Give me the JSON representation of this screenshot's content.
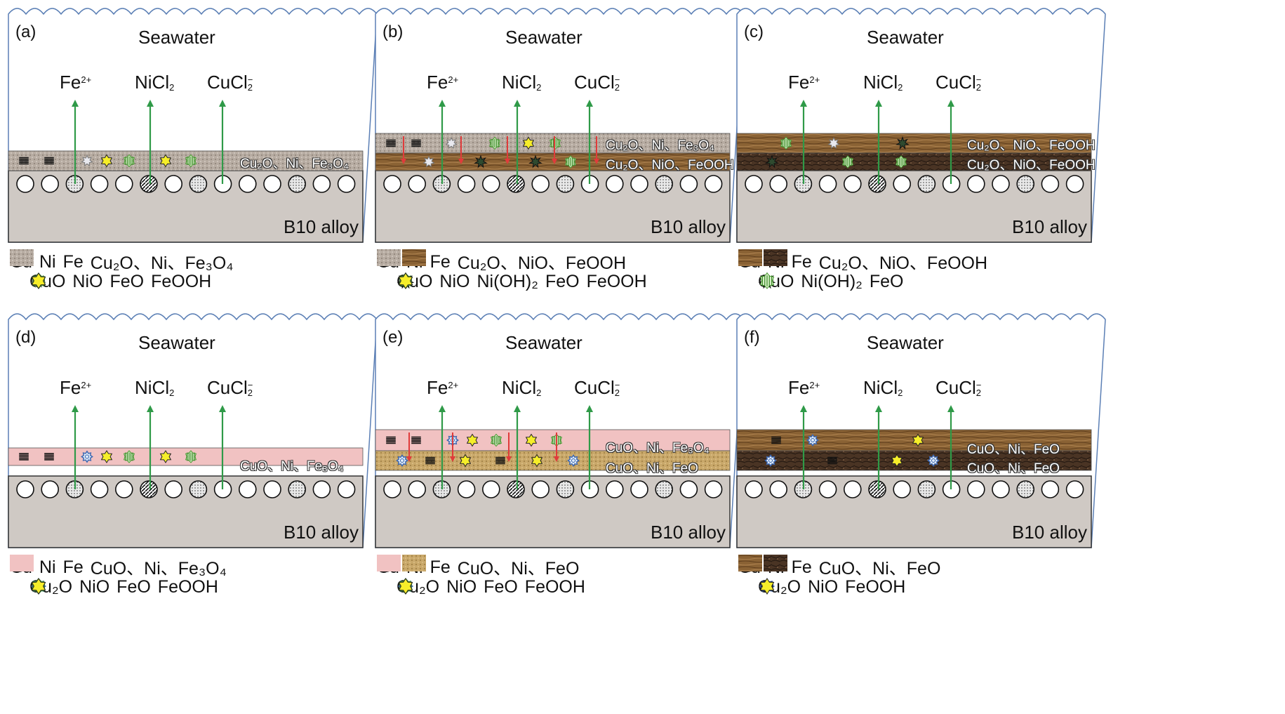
{
  "panels": [
    {
      "id": "a",
      "label": "(a)",
      "top": "Seawater",
      "ions": [
        "Fe",
        "NiCl",
        "CuCl"
      ],
      "ion_sup": [
        "2+",
        "",
        "−"
      ],
      "ion_sub": [
        "",
        "2",
        "2"
      ],
      "layers": [
        "Cu₂O、Ni、Fe₃O₄"
      ],
      "alloy": "B10 alloy",
      "legend1": [
        "Cu",
        "Ni",
        "Fe",
        "Cu₂O、Ni、Fe₃O₄"
      ],
      "legend2": [
        "CuO",
        "NiO",
        "FeO",
        "FeOOH"
      ]
    },
    {
      "id": "b",
      "label": "(b)",
      "top": "Seawater",
      "ions": [
        "Fe",
        "NiCl",
        "CuCl"
      ],
      "ion_sup": [
        "2+",
        "",
        "−"
      ],
      "ion_sub": [
        "",
        "2",
        "2"
      ],
      "layers": [
        "Cu₂O、Ni、Fe₃O₄",
        "Cu₂O、NiO、FeOOH"
      ],
      "alloy": "B10 alloy",
      "legend1": [
        "Cu",
        "Ni",
        "Fe",
        "Cu₂O、NiO、FeOOH"
      ],
      "legend2": [
        "CuO",
        "NiO",
        "Ni(OH)₂",
        "FeO",
        "FeOOH"
      ]
    },
    {
      "id": "c",
      "label": "(c)",
      "top": "Seawater",
      "ions": [
        "Fe",
        "NiCl",
        "CuCl"
      ],
      "ion_sup": [
        "2+",
        "",
        "−"
      ],
      "ion_sub": [
        "",
        "2",
        "2"
      ],
      "layers": [
        "Cu₂O、NiO、FeOOH",
        "Cu₂O、NiO、FeOOH"
      ],
      "alloy": "B10 alloy",
      "legend1": [
        "Cu",
        "Ni",
        "Fe",
        "Cu₂O、NiO、FeOOH"
      ],
      "legend2": [
        "CuO",
        "Ni(OH)₂",
        "FeO"
      ]
    },
    {
      "id": "d",
      "label": "(d)",
      "top": "Seawater",
      "ions": [
        "Fe",
        "NiCl",
        "CuCl"
      ],
      "ion_sup": [
        "2+",
        "",
        "−"
      ],
      "ion_sub": [
        "",
        "2",
        "2"
      ],
      "layers": [
        "CuO、Ni、Fe₃O₄"
      ],
      "alloy": "B10 alloy",
      "legend1": [
        "Cu",
        "Ni",
        "Fe",
        "CuO、Ni、Fe₃O₄"
      ],
      "legend2": [
        "Cu₂O",
        "NiO",
        "FeO",
        "FeOOH"
      ]
    },
    {
      "id": "e",
      "label": "(e)",
      "top": "Seawater",
      "ions": [
        "Fe",
        "NiCl",
        "CuCl"
      ],
      "ion_sup": [
        "2+",
        "",
        "−"
      ],
      "ion_sub": [
        "",
        "2",
        "2"
      ],
      "layers": [
        "CuO、Ni、Fe₃O₄",
        "CuO、Ni、FeO"
      ],
      "alloy": "B10 alloy",
      "legend1": [
        "Cu",
        "Ni",
        "Fe",
        "CuO、Ni、FeO"
      ],
      "legend2": [
        "Cu₂O",
        "NiO",
        "FeO",
        "FeOOH"
      ]
    },
    {
      "id": "f",
      "label": "(f)",
      "top": "Seawater",
      "ions": [
        "Fe",
        "NiCl",
        "CuCl"
      ],
      "ion_sup": [
        "2+",
        "",
        "−"
      ],
      "ion_sub": [
        "",
        "2",
        "2"
      ],
      "layers": [
        "CuO、Ni、FeO",
        "CuO、Ni、FeO"
      ],
      "alloy": "B10 alloy",
      "legend1": [
        "Cu",
        "Ni",
        "Fe",
        "CuO、Ni、FeO"
      ],
      "legend2": [
        "Cu₂O",
        "NiO",
        "FeOOH"
      ]
    }
  ],
  "colors": {
    "frame": "#5b7fb5",
    "alloy_fill": "#cfc9c4",
    "arrow_up": "#2f9a48",
    "arrow_down": "#e03b3b",
    "layer_gray": "#b7aca2",
    "layer_wood": "#8a6234",
    "layer_dark": "#4a3424",
    "layer_pink": "#f1c2c2",
    "layer_sand": "#c9a86a"
  }
}
